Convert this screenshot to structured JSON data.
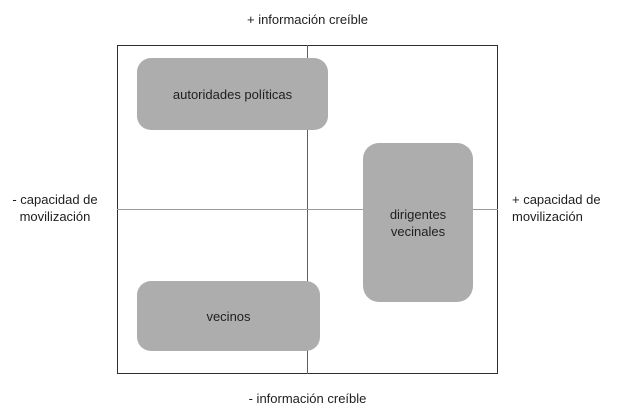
{
  "diagram": {
    "type": "quadrant",
    "axes": {
      "top": "+ información creíble",
      "bottom": "- información creíble",
      "left": [
        "- capacidad de",
        "movilización"
      ],
      "right": [
        "+ capacidad de",
        "movilización"
      ]
    },
    "nodes": [
      {
        "id": "autoridades-politicas",
        "label": "autoridades políticas",
        "quadrant": "top-left"
      },
      {
        "id": "dirigentes-vecinales",
        "label": "dirigentes vecinales",
        "quadrant": "right-middle"
      },
      {
        "id": "vecinos",
        "label": "vecinos",
        "quadrant": "bottom-left"
      }
    ],
    "colors": {
      "background": "#ffffff",
      "node_fill": "#adadad",
      "frame_border": "#2e2e2e",
      "vertical_divider": "#5f5f5f",
      "horizontal_divider": "#9b9b9b",
      "text": "#1e1e1e"
    }
  }
}
